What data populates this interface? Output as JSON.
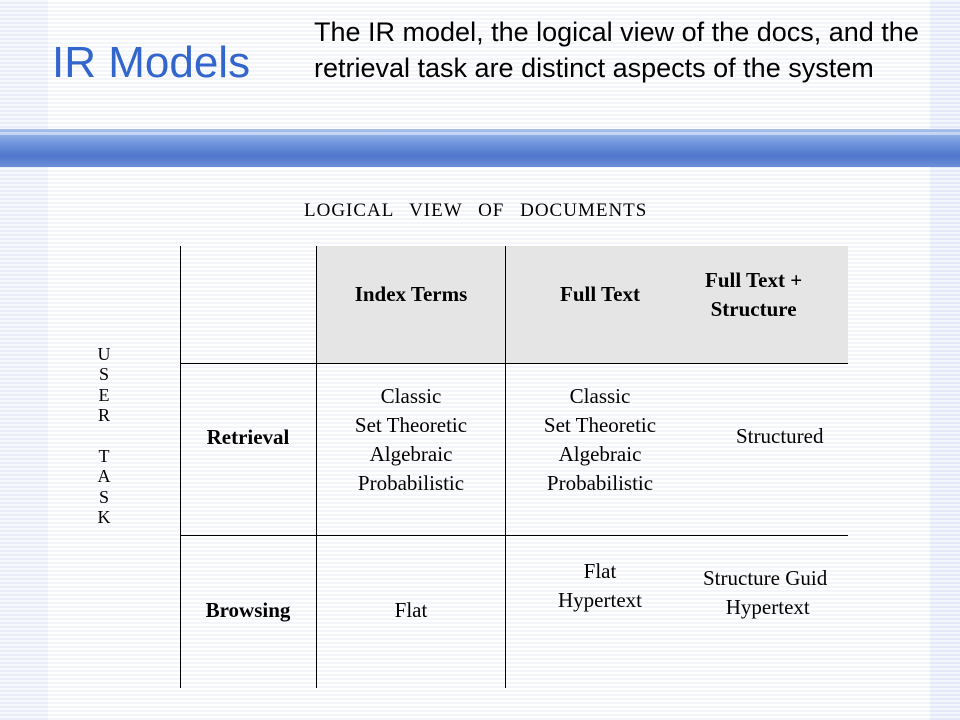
{
  "slide": {
    "title": "IR Models",
    "subtitle": "The IR model, the logical view of the docs, and the retrieval task are distinct aspects of the system"
  },
  "table": {
    "column_group_header": "LOGICAL  VIEW  OF  DOCUMENTS",
    "row_group_header_letters": [
      "U",
      "S",
      "E",
      "R",
      "",
      "T",
      "A",
      "S",
      "K"
    ],
    "columns": [
      "Index  Terms",
      "Full Text",
      "Full Text +\nStructure"
    ],
    "rows": [
      {
        "label": "Retrieval",
        "cells": [
          "Classic\nSet Theoretic\nAlgebraic\nProbabilistic",
          "Classic\nSet Theoretic\nAlgebraic\nProbabilistic",
          "Structured"
        ]
      },
      {
        "label": "Browsing",
        "cells": [
          "Flat",
          "Flat\nHypertext",
          "Structure Guid\n Hypertext"
        ]
      }
    ]
  },
  "colors": {
    "title": "#3366cc",
    "bar": "#5a7fd2",
    "header_fill": "#e5e5e5"
  }
}
